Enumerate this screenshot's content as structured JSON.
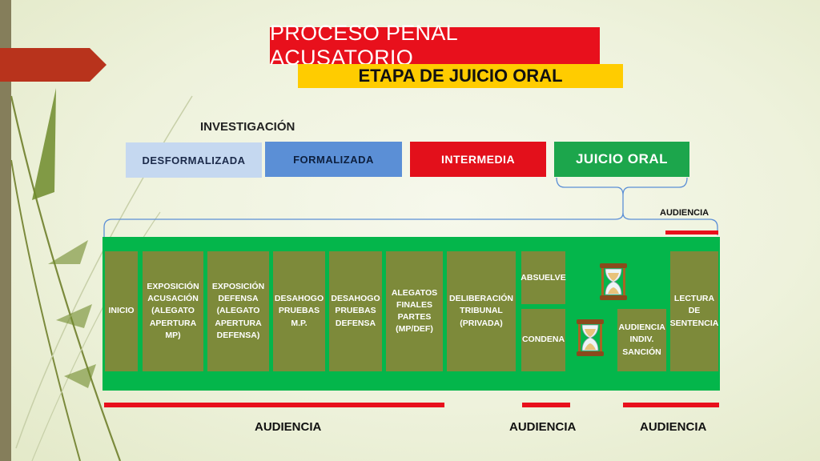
{
  "title": "PROCESO PENAL ACUSATORIO",
  "subtitle": "ETAPA DE JUICIO ORAL",
  "investigacion_label": "INVESTIGACIÓN",
  "stages": [
    {
      "label": "DESFORMALIZADA"
    },
    {
      "label": "FORMALIZADA"
    },
    {
      "label": "INTERMEDIA"
    },
    {
      "label": "JUICIO ORAL"
    }
  ],
  "audiencia_top": "AUDIENCIA",
  "steps": [
    {
      "label": "INICIO"
    },
    {
      "label": "EXPOSICIÓN ACUSACIÓN (ALEGATO APERTURA MP)"
    },
    {
      "label": "EXPOSICIÓN DEFENSA (ALEGATO APERTURA DEFENSA)"
    },
    {
      "label": "DESAHOGO PRUEBAS M.P."
    },
    {
      "label": "DESAHOGO PRUEBAS DEFENSA"
    },
    {
      "label": "ALEGATOS FINALES PARTES (MP/DEF)"
    },
    {
      "label": "DELIBERACIÓN TRIBUNAL (PRIVADA)"
    },
    {
      "label": "ABSUELVE"
    },
    {
      "label": "CONDENA"
    },
    {
      "label": "AUDIENCIA INDIV. SANCIÓN"
    },
    {
      "label": "LECTURA DE SENTENCIA"
    }
  ],
  "audiencia_bottom": [
    "AUDIENCIA",
    "AUDIENCIA",
    "AUDIENCIA"
  ],
  "icons": {
    "hourglass": "hourglass-icon"
  },
  "colors": {
    "red": "#e8101c",
    "yellow": "#ffcc00",
    "green": "#04b64b",
    "olive": "#7d8a3a",
    "blue": "#5b8fd6",
    "lightblue": "#c5d8f0"
  }
}
